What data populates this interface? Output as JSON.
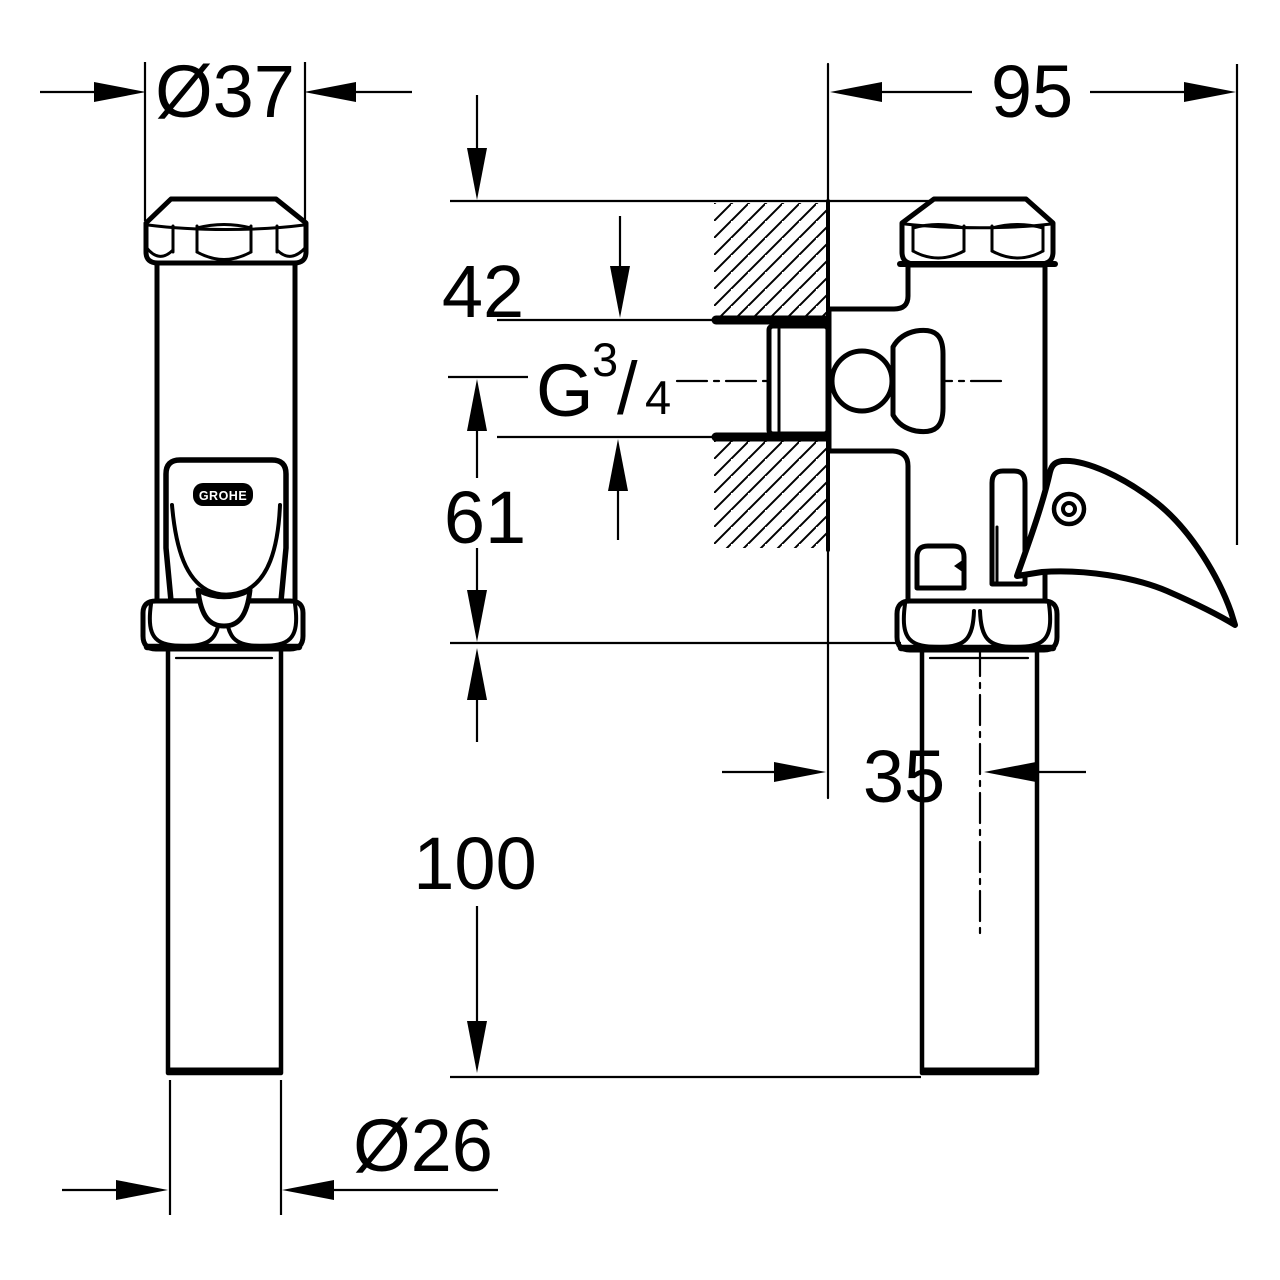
{
  "drawing": {
    "background": "#ffffff",
    "line_color": "#000000",
    "brand_label": "GROHE",
    "views": {
      "front_view": "flush-valve-front-view",
      "side_view": "flush-valve-side-view-wall-section"
    },
    "dimension_labels": {
      "top_diameter": "Ø37",
      "overall_depth": "95",
      "top_to_inlet_axis": "42",
      "thread_g": "G",
      "thread_numerator": "3",
      "thread_slash": "/",
      "thread_denominator": "4",
      "inlet_axis_to_outlet": "61",
      "wall_to_pipe_axis": "35",
      "outlet_pipe_length": "100",
      "outlet_diameter": "Ø26"
    }
  }
}
